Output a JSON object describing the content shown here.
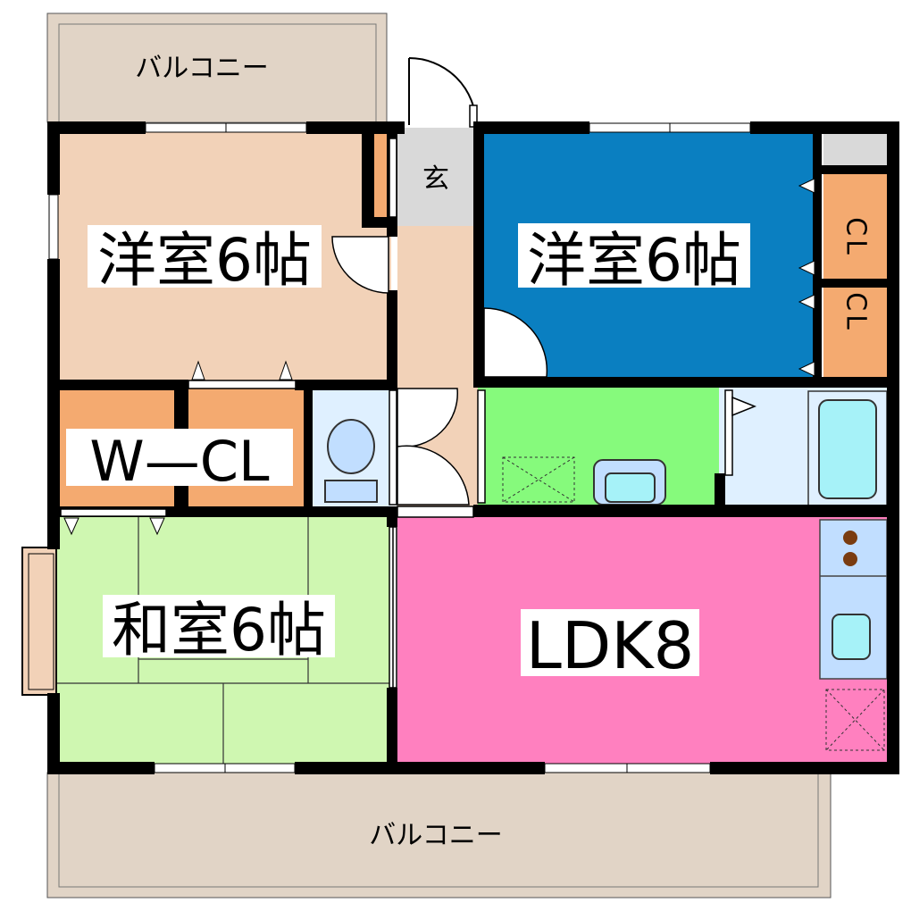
{
  "labels": {
    "balcony_top": "バルコニー",
    "balcony_bottom": "バルコニー",
    "entrance": "玄",
    "western_room_left": "洋室6帖",
    "western_room_right": "洋室6帖",
    "closet_1": "CL",
    "closet_2": "CL",
    "walk_in_closet": "W—CL",
    "japanese_room": "和室6帖",
    "ldk": "LDK8"
  },
  "colors": {
    "wall": "#000000",
    "balcony": "#e1d4c6",
    "western_left": "#f2d2b8",
    "western_right": "#0a7fc1",
    "closet": "#f4aa70",
    "entrance": "#d9d9d9",
    "hall": "#f2d2b8",
    "toilet": "#dff0ff",
    "washroom": "#86fa7c",
    "bath": "#dff0ff",
    "bathtub": "#a6f2f8",
    "japanese": "#cff7b1",
    "ldk": "#ff80bf",
    "kitchen": "#c1deff",
    "burner": "#7a3c10"
  }
}
